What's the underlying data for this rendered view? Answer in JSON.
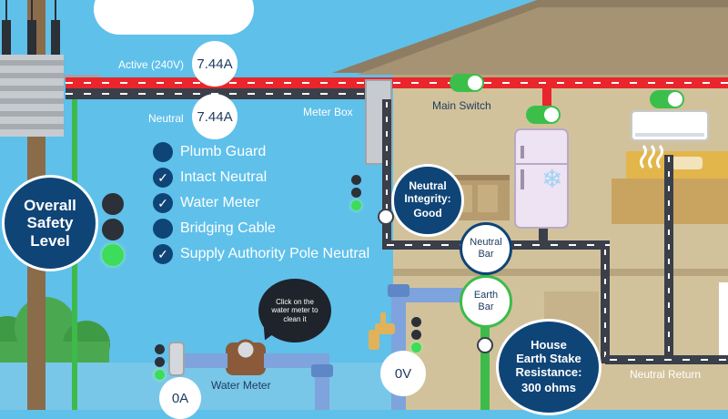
{
  "labels": {
    "active": "Active (240V)",
    "neutral": "Neutral",
    "meter_box": "Meter Box",
    "main_switch": "Main Switch",
    "water_meter": "Water Meter",
    "neutral_return": "Neutral Return",
    "neutral_bar": "Neutral\nBar",
    "earth_bar": "Earth\nBar"
  },
  "readings": {
    "active_current": "7.44A",
    "neutral_current": "7.44A",
    "water_pipe_current": "0A",
    "voltage": "0V"
  },
  "overall_safety": {
    "title": "Overall\nSafety\nLevel",
    "lights": [
      "off",
      "off",
      "green"
    ]
  },
  "checklist": [
    {
      "label": "Plumb Guard",
      "checked": false
    },
    {
      "label": "Intact Neutral",
      "checked": true
    },
    {
      "label": "Water Meter",
      "checked": true
    },
    {
      "label": "Bridging Cable",
      "checked": false
    },
    {
      "label": "Supply Authority Pole Neutral",
      "checked": true
    }
  ],
  "neutral_integrity": {
    "title": "Neutral\nIntegrity:",
    "value": "Good"
  },
  "earth_stake": {
    "title": "House\nEarth Stake\nResistance:",
    "value": "300 ohms"
  },
  "hint_bubble": "Click on the\nwater meter to\nclean it",
  "colors": {
    "sky": "#5fc0ea",
    "navy": "#0f4477",
    "active_wire": "#e8262b",
    "neutral_wire": "#3a3f4a",
    "earth_wire": "#3dbb4a",
    "water_pipe": "#7fa3dc",
    "house_wall": "#d2c29c",
    "roof": "#8e7d62",
    "indicator_on": "#3ddc5a"
  }
}
